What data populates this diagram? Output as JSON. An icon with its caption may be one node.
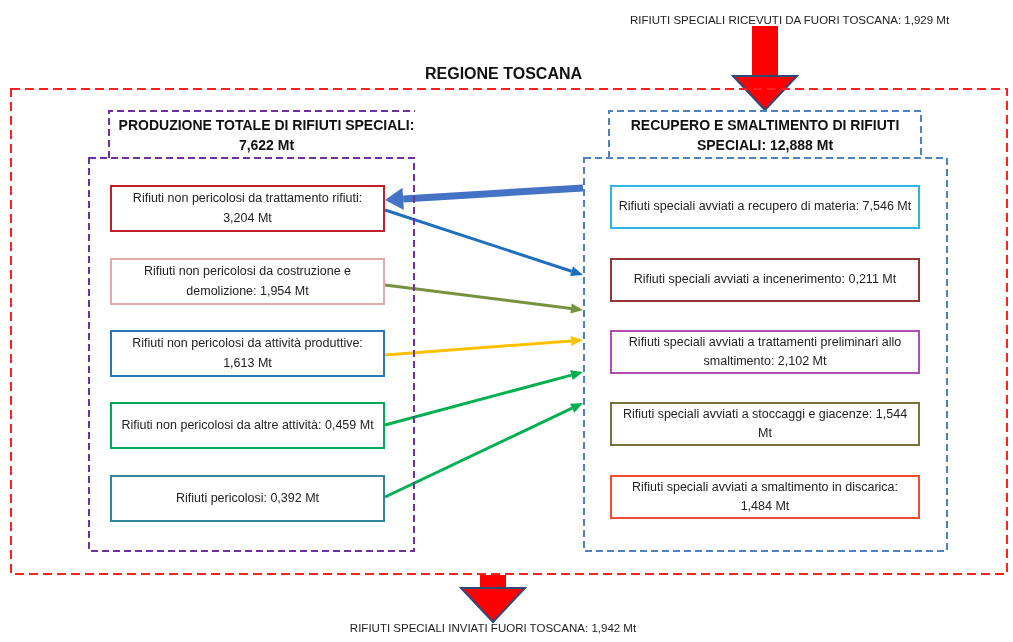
{
  "diagram": {
    "nodes": [
      {
        "text": [
          "REGIONE TOSCANA"
        ]
      },
      {
        "text": [
          "PRODUZIONE TOTALE DI RIFIUTI SPECIALI: 7,622 Mt"
        ],
        "in": 0
      },
      {
        "text": [
          "Rifiuti non pericolosi da trattamento rifiuti: 3,204 Mt"
        ],
        "in": 1
      },
      {
        "text": [
          "Rifiuti non pericolosi da costruzione e demolizione: 1,954 Mt"
        ],
        "in": 1
      },
      {
        "text": [
          "Rifiuti non pericolosi da attività produttive: 1,613 Mt"
        ],
        "in": 1
      },
      {
        "text": [
          "Rifiuti non pericolosi da altre attività: 0,459 Mt"
        ],
        "in": 1
      },
      {
        "text": [
          "Rifiuti pericolosi: 0,392 Mt"
        ],
        "in": 1
      },
      {
        "text": [
          "RECUPERO E SMALTIMENTO DI RIFIUTI SPECIALI: 12,888 Mt"
        ],
        "in": 0
      },
      {
        "text": [
          "Rifiuti speciali avviati a recupero di materia: 7,546 Mt"
        ],
        "in": 7
      },
      {
        "text": [
          "Rifiuti speciali avviati a incenerimento: 0,211 Mt"
        ],
        "in": 7
      },
      {
        "text": [
          "Rifiuti speciali avviati a trattamenti preliminari allo smaltimento: 2,102 Mt"
        ],
        "in": 7
      },
      {
        "text": [
          "Rifiuti speciali avviati a stoccaggi e giacenze: 1,544 Mt"
        ],
        "in": 7
      },
      {
        "text": [
          "Rifiuti speciali avviati a smaltimento in discarica: 1,484 Mt"
        ],
        "in": 7
      },
      {
        "text": [
          "RIFIUTI SPECIALI RICEVUTI DA FUORI TOSCANA: 1,929 Mt"
        ]
      },
      {
        "text": [
          "RIFIUTI SPECIALI INVIATI FUORI TOSCANA: 1,942 Mt"
        ]
      }
    ],
    "edges": [
      {
        "from": 7,
        "to": 2,
        "arrow": "to",
        "style": "thick",
        "color": "#4472c4"
      },
      {
        "from": 2,
        "to": 7,
        "arrow": "to",
        "color": "#1f6fbf"
      },
      {
        "from": 3,
        "to": 7,
        "arrow": "to",
        "color": "#76923c"
      },
      {
        "from": 4,
        "to": 7,
        "arrow": "to",
        "color": "#ffc000"
      },
      {
        "from": 5,
        "to": 7,
        "arrow": "to",
        "color": "#00b050"
      },
      {
        "from": 6,
        "to": 7,
        "arrow": "to",
        "color": "#00b050"
      },
      {
        "from": 13,
        "to": 7,
        "arrow": "to",
        "style": "thick",
        "color": "#ff0000"
      },
      {
        "from": 0,
        "to": 14,
        "arrow": "to",
        "style": "thick",
        "color": "#ff0000"
      }
    ]
  }
}
